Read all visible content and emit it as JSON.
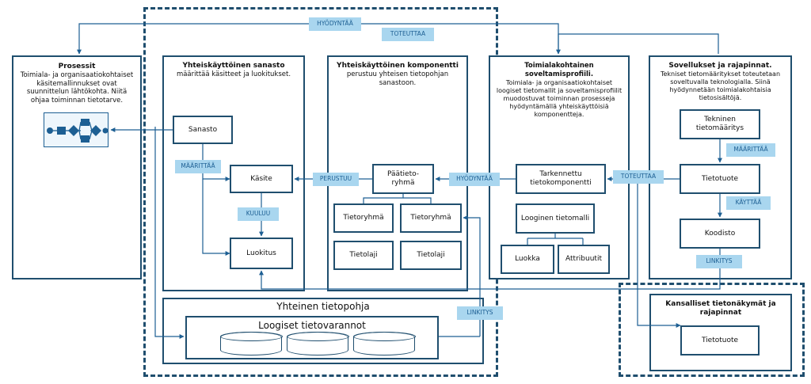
{
  "labels": {
    "hyodyntaa_top": "HYÖDYNTÄÄ",
    "toteuttaa_top": "TOTEUTTAA",
    "maarittaa_left": "MÄÄRITTÄÄ",
    "kuuluu": "KUULUU",
    "perustuu": "PERUSTUU",
    "hyodyntaa_mid": "HYÖDYNTÄÄ",
    "toteuttaa_mid": "TOTEUTTAA",
    "maarittaa_right": "MÄÄRITTÄÄ",
    "kayttaa": "KÄYTTÄÄ",
    "linkitys_right": "LINKITYS",
    "linkitys_mid": "LINKITYS"
  },
  "prosessit": {
    "title": "Prosessit",
    "desc": "Toimiala- ja organisaatiokohtaiset käsitemallinnukset ovat suunnittelun lähtökohta. Niitä ohjaa toiminnan tietotarve.",
    "process_icon": "process-flow-icon"
  },
  "sanasto": {
    "title": "Yhteiskäyttöinen sanasto",
    "desc": "määrittää käsitteet ja luokitukset.",
    "sanasto_box": "Sanasto",
    "kasite_box": "Käsite",
    "luokitus_box": "Luokitus"
  },
  "komponentti": {
    "title": "Yhteiskäyttöinen komponentti",
    "desc": "perustuu yhteisen tietopohjan sanastoon.",
    "paatietoryhma": "Päätieto-\nryhmä",
    "tietoryhma1": "Tietoryhmä",
    "tietoryhma2": "Tietoryhmä",
    "tietolaji1": "Tietolaji",
    "tietolaji2": "Tietolaji"
  },
  "toimiala": {
    "title": "Toimialakohtainen soveltamisprofiili.",
    "desc": "Toimiala- ja organisaatiokohtaiset loogiset tietomallit ja soveltamisprofiilit muodostuvat toiminnan prosesseja hyödyntämällä yhteiskäyttöisiä komponentteja.",
    "tarkennettu": "Tarkennettu tietokomponentti",
    "looginen": "Looginen tietomalli",
    "luokka": "Luokka",
    "attribuutit": "Attribuutit"
  },
  "sovellukset": {
    "title": "Sovellukset ja rajapinnat.",
    "desc": "Tekniset tietomääritykset toteutetaan soveltuvalla teknologialla. Siinä hyödynnetään toimialakohtaisia tietosisältöjä.",
    "tekninen": "Tekninen tietomääritys",
    "tietotuote": "Tietotuote",
    "koodisto": "Koodisto"
  },
  "tietopohja": {
    "title": "Yhteinen tietopohja",
    "loogiset": "Loogiset tietovarannot"
  },
  "kansalliset": {
    "title": "Kansalliset tietonäkymät ja rajapinnat",
    "tietotuote": "Tietotuote"
  }
}
